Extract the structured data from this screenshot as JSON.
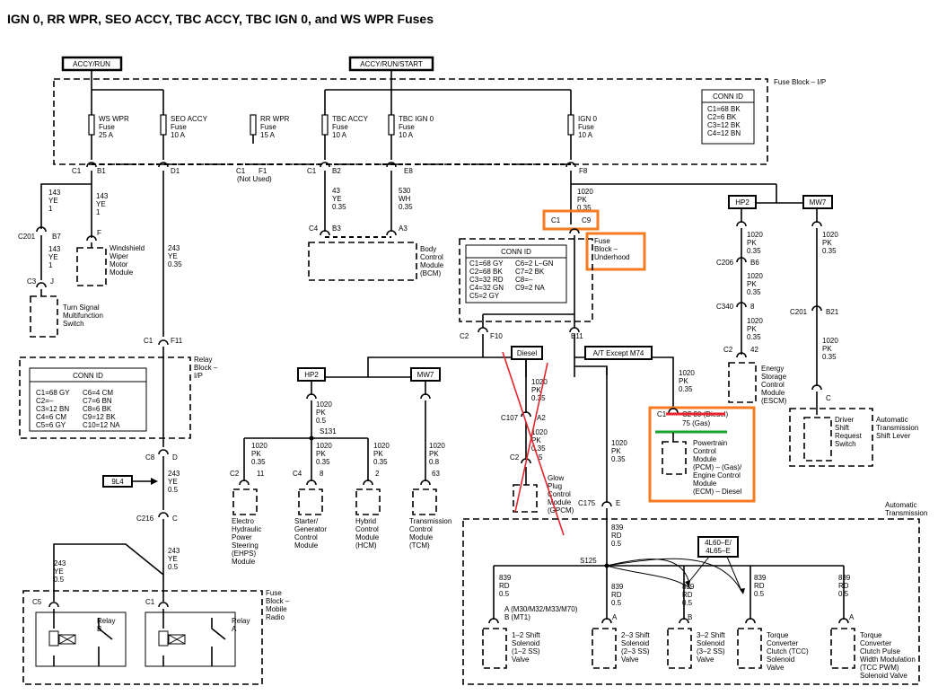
{
  "title": "IGN 0, RR WPR, SEO ACCY, TBC ACCY, TBC IGN 0, and WS WPR Fuses",
  "power": {
    "accy_run": "ACCY/RUN",
    "accy_run_start": "ACCY/RUN/START"
  },
  "fuse_block": {
    "name": "Fuse Block – I/P"
  },
  "conn_id_main": {
    "title": "CONN ID",
    "lines": [
      "C1=68 BK",
      "C2=6 BK",
      "C3=12 BK",
      "C4=12 BN"
    ]
  },
  "fuses": [
    {
      "name": "WS WPR",
      "type": "Fuse",
      "amps": "25 A"
    },
    {
      "name": "SEO ACCY",
      "type": "Fuse",
      "amps": "10 A"
    },
    {
      "name": "RR WPR",
      "type": "Fuse",
      "amps": "15 A"
    },
    {
      "name": "TBC ACCY",
      "type": "Fuse",
      "amps": "10 A"
    },
    {
      "name": "TBC IGN 0",
      "type": "Fuse",
      "amps": "10 A"
    },
    {
      "name": "IGN 0",
      "type": "Fuse",
      "amps": "10 A"
    }
  ],
  "conn_labels": {
    "c1_b1_c": "C1",
    "c1_b1_p": "B1",
    "c1_d1_p": "D1",
    "c1_f1_c": "C1",
    "c1_f1_p": "F1",
    "not_used": "(Not Used)",
    "c1_b2_c": "C1",
    "c1_b2_p": "B2",
    "e8": "E8",
    "f8": "F8",
    "c201": "C201",
    "b7": "B7",
    "c3": "C3",
    "j": "J",
    "f_ww": "F",
    "c4": "C4",
    "b3": "B3",
    "a3": "A3",
    "c1_f11": "C1",
    "f11": "F11",
    "c8": "C8",
    "d": "D",
    "c216": "C216",
    "c": "C",
    "c5": "C5",
    "c1_relay": "C1",
    "c1_fbu": "C1",
    "c9_fbu": "C9",
    "c2_f10": "C2",
    "f10": "F10",
    "e11": "E11",
    "s131": "S131",
    "c2_11": "C2",
    "p11": "11",
    "c4_8": "C4",
    "p8": "8",
    "p2": "2",
    "p63": "63",
    "c107": "C107",
    "a2": "A2",
    "c2_g": "C2",
    "p5": "5",
    "c175": "C175",
    "e": "E",
    "s125": "S125",
    "c206": "C206",
    "b6": "B6",
    "c340": "C340",
    "p8b": "8",
    "c2_42": "C2",
    "p42": "42",
    "c201b": "C201",
    "b21": "B21",
    "c_dsrs": "C",
    "c1_pcm": "C1",
    "a_m30": "A (M30/M32/M33/M70)",
    "b_mt1": "B (MT1)",
    "a_2": "A",
    "b_3": "B",
    "a_tcc": "A"
  },
  "wires": {
    "w143": [
      "143",
      "YE",
      "1"
    ],
    "w143b": [
      "143",
      "YE",
      "1"
    ],
    "w143c": [
      "143",
      "YE",
      "1"
    ],
    "w243a": [
      "243",
      "YE",
      "0.35"
    ],
    "w243b": [
      "243",
      "YE",
      "0.5"
    ],
    "w243c": [
      "243",
      "YE",
      "0.5"
    ],
    "w243d": [
      "243",
      "YE",
      "0.5"
    ],
    "w43": [
      "43",
      "YE",
      "0.35"
    ],
    "w530": [
      "530",
      "WH",
      "0.35"
    ],
    "w1020a": [
      "1020",
      "PK",
      "0.35"
    ],
    "w1020pk05": [
      "1020",
      "PK",
      "0.5"
    ],
    "w1020_11": [
      "1020",
      "PK",
      "0.35"
    ],
    "w1020_8": [
      "1020",
      "PK",
      "0.35"
    ],
    "w1020_2": [
      "1020",
      "PK",
      "0.35"
    ],
    "w1020_63": [
      "1020",
      "PK",
      "0.8"
    ],
    "w1020d1": [
      "1020",
      "PK",
      "0.35"
    ],
    "w1020d2": [
      "1020",
      "PK",
      "0.35"
    ],
    "w1020at": [
      "1020",
      "PK",
      "0.35"
    ],
    "w1020pcm": [
      "1020",
      "PK",
      "0.35"
    ],
    "w1020hp2a": [
      "1020",
      "PK",
      "0.35"
    ],
    "w1020hp2b": [
      "1020",
      "PK",
      "0.35"
    ],
    "w1020hp2c": [
      "1020",
      "PK",
      "0.35"
    ],
    "w1020mw7a": [
      "1020",
      "PK",
      "0.35"
    ],
    "w1020mw7b": [
      "1020",
      "PK",
      "0.35"
    ],
    "w839a": [
      "839",
      "RD",
      "0.5"
    ],
    "w839b": [
      "839",
      "RD",
      "0.5"
    ],
    "w839c": [
      "839",
      "RD",
      "0.5"
    ],
    "w839d": [
      "839",
      "RD",
      "0.5"
    ],
    "w839e": [
      "839",
      "RD",
      "0.5"
    ],
    "w839f": [
      "839",
      "RD",
      "0.5"
    ]
  },
  "components": {
    "windshield": [
      "Windshield",
      "Wiper",
      "Motor",
      "Module"
    ],
    "turn_signal": [
      "Turn Signal",
      "Multifunction",
      "Switch"
    ],
    "bcm": [
      "Body",
      "Control",
      "Module",
      "(BCM)"
    ],
    "relay_block": [
      "Relay",
      "Block –",
      "I/P"
    ],
    "conn_relay": {
      "title": "CONN ID",
      "left": [
        "C1=68 GY",
        "C2=–",
        "C3=12 BN",
        "C4=6 CM",
        "C5=6 GY"
      ],
      "right": [
        "C6=4 CM",
        "C7=6 BN",
        "C8=6 BK",
        "C9=12 BK",
        "C10=12 NA"
      ]
    },
    "input_9l4": "9L4",
    "fuse_mobile": [
      "Fuse",
      "Block –",
      "Mobile",
      "Radio"
    ],
    "relay_b": [
      "Relay",
      "B"
    ],
    "relay_a": [
      "Relay",
      "A"
    ],
    "fuse_underhood": [
      "Fuse",
      "Block –",
      "Underhood"
    ],
    "conn_underhood": {
      "title": "CONN ID",
      "left": [
        "C1=68 GY",
        "C2=68 BK",
        "C3=32 RD",
        "C4=32 GN",
        "C5=2 GY"
      ],
      "right": [
        "C6=2 L–GN",
        "C7=2 BK",
        "C8=–",
        "C9=2 NA"
      ]
    },
    "hp2": "HP2",
    "mw7": "MW7",
    "hp2b": "HP2",
    "mw7b": "MW7",
    "diesel": "Diesel",
    "at_except": "A/T Except M74",
    "ehps": [
      "Electro",
      "Hydraulic",
      "Power",
      "Steering",
      "(EHPS)",
      "Module"
    ],
    "starter": [
      "Starter/",
      "Generator",
      "Control",
      "Module"
    ],
    "hcm": [
      "Hybrid",
      "Control",
      "Module",
      "(HCM)"
    ],
    "tcm": [
      "Transmission",
      "Control",
      "Module",
      "(TCM)"
    ],
    "gpcm": [
      "Glow",
      "Plug",
      "Control",
      "Module",
      "(GPCM)"
    ],
    "pcm": [
      "Powertrain",
      "Control",
      "Module",
      "(PCM) – (Gas)/",
      "Engine Control",
      "Module",
      "(ECM) – Diesel"
    ],
    "pcm_pins": {
      "struck": "C2 30 (Diesel)",
      "gas": "75 (Gas)"
    },
    "escm": [
      "Energy",
      "Storage",
      "Control",
      "Module",
      "(ESCM)"
    ],
    "auto_trans_shift": [
      "Automatic",
      "Transmission",
      "Shift Lever"
    ],
    "dsrs": [
      "Driver",
      "Shift",
      "Request",
      "Switch"
    ],
    "auto_trans": [
      "Automatic",
      "Transmission"
    ],
    "l4l60": [
      "4L60–E/",
      "4L65–E"
    ],
    "shift12": [
      "1–2 Shift",
      "Solenoid",
      "(1–2 SS)",
      "Valve"
    ],
    "shift23": [
      "2–3 Shift",
      "Solenoid",
      "(2–3 SS)",
      "Valve"
    ],
    "shift32": [
      "3–2 Shift",
      "Solenoid",
      "(3–2 SS)",
      "Valve"
    ],
    "tcc": [
      "Torque",
      "Converter",
      "Clutch (TCC)",
      "Solenoid",
      "Valve"
    ],
    "tccpwm": [
      "Torque",
      "Converter",
      "Clutch Pulse",
      "Width Modulation",
      "(TCC PWM)",
      "Solenoid Valve"
    ]
  },
  "colors": {
    "highlight": "#f47b20",
    "strike": "#e8232a",
    "underline": "#1aa32f"
  }
}
